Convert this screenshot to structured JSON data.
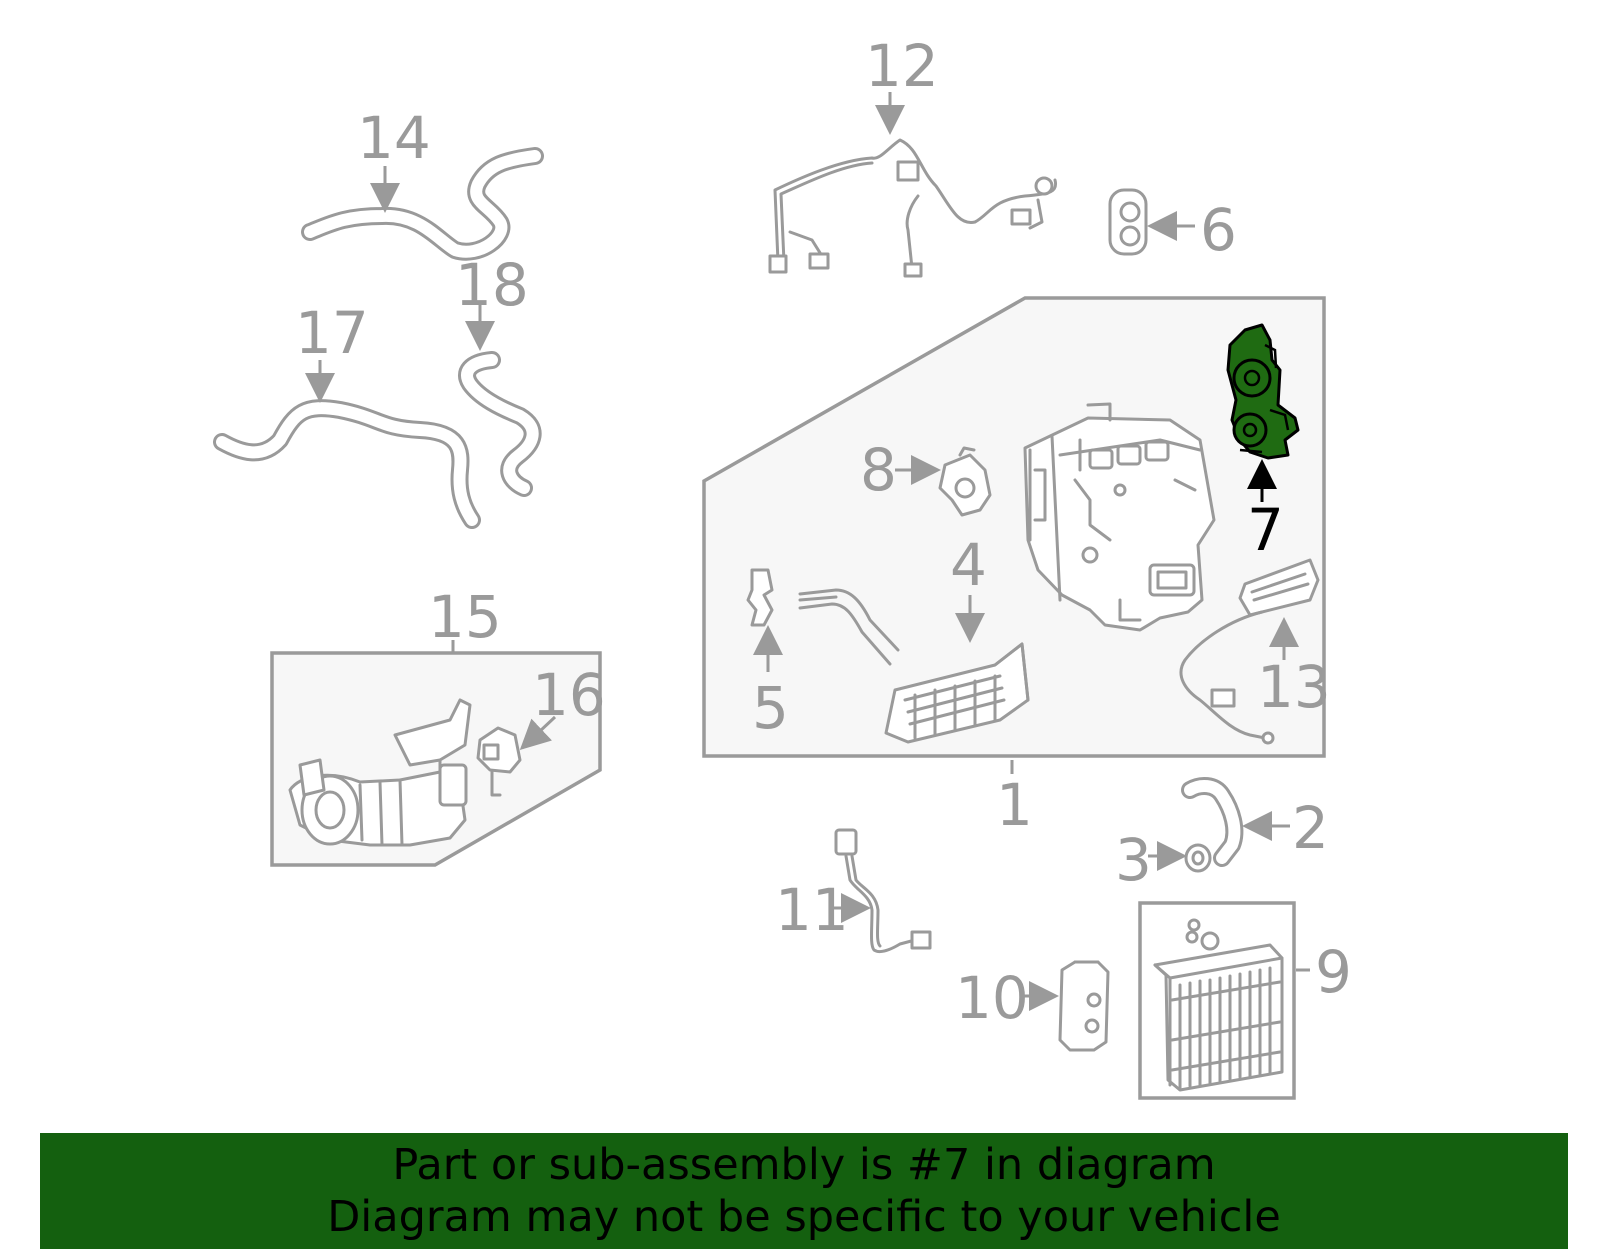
{
  "callouts": {
    "c1": "1",
    "c2": "2",
    "c3": "3",
    "c4": "4",
    "c5": "5",
    "c6": "6",
    "c7": "7",
    "c8": "8",
    "c9": "9",
    "c10": "10",
    "c11": "11",
    "c12": "12",
    "c13": "13",
    "c14": "14",
    "c15": "15",
    "c16": "16",
    "c17": "17",
    "c18": "18"
  },
  "highlighted_part": "7",
  "colors": {
    "highlight": "#1f6b12",
    "banner": "#14600f",
    "line": "#9a9a9a"
  },
  "banner": {
    "line1": "Part or sub-assembly is #7 in diagram",
    "line2": "Diagram may not be specific to your vehicle"
  }
}
